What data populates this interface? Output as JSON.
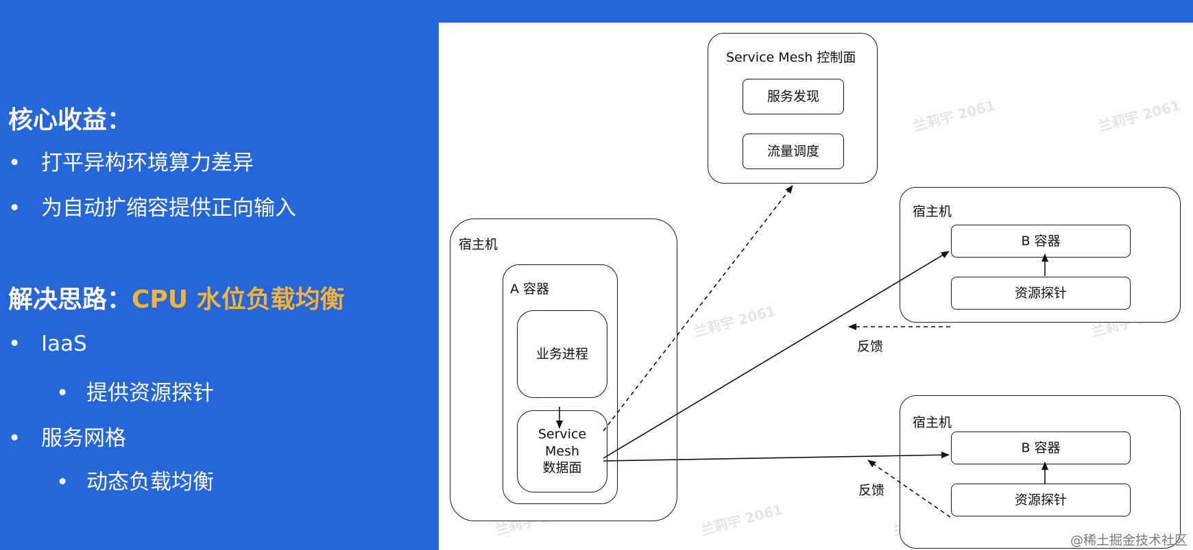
{
  "left": {
    "benefits_title": "核心收益：",
    "benefits": [
      "打平异构环境算力差异",
      "为自动扩缩容提供正向输入"
    ],
    "approach_prefix": "解决思路：",
    "approach_highlight": "CPU 水位负载均衡",
    "approach_items": [
      {
        "label": "IaaS",
        "sub": "提供资源探针"
      },
      {
        "label": "服务网格",
        "sub": "动态负载均衡"
      }
    ],
    "bullet": "•"
  },
  "diagram": {
    "control_plane": {
      "title": "Service Mesh 控制面",
      "service_discovery": "服务发现",
      "traffic_scheduling": "流量调度"
    },
    "host_a": {
      "title": "宿主机",
      "container_title": "A 容器",
      "business_process": "业务进程",
      "data_plane": [
        "Service",
        "Mesh",
        "数据面"
      ]
    },
    "host_b1": {
      "title": "宿主机",
      "container": "B 容器",
      "probe": "资源探针",
      "feedback": "反馈"
    },
    "host_b2": {
      "title": "宿主机",
      "container": "B 容器",
      "probe": "资源探针",
      "feedback": "反馈"
    },
    "watermark_text": "兰莉宇 2061"
  },
  "site_watermark": "@稀土掘金技术社区"
}
